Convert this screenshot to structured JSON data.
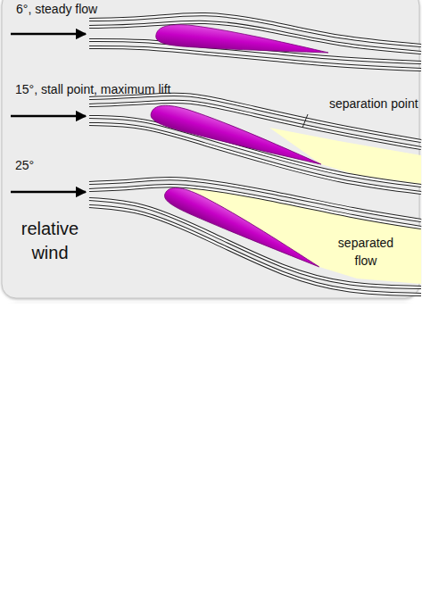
{
  "diagram": {
    "labels": [
      "6°, steady flow",
      "15°, stall point, maximum lift",
      "separation point",
      "25°",
      "relative wind",
      "separated flow"
    ]
  }
}
